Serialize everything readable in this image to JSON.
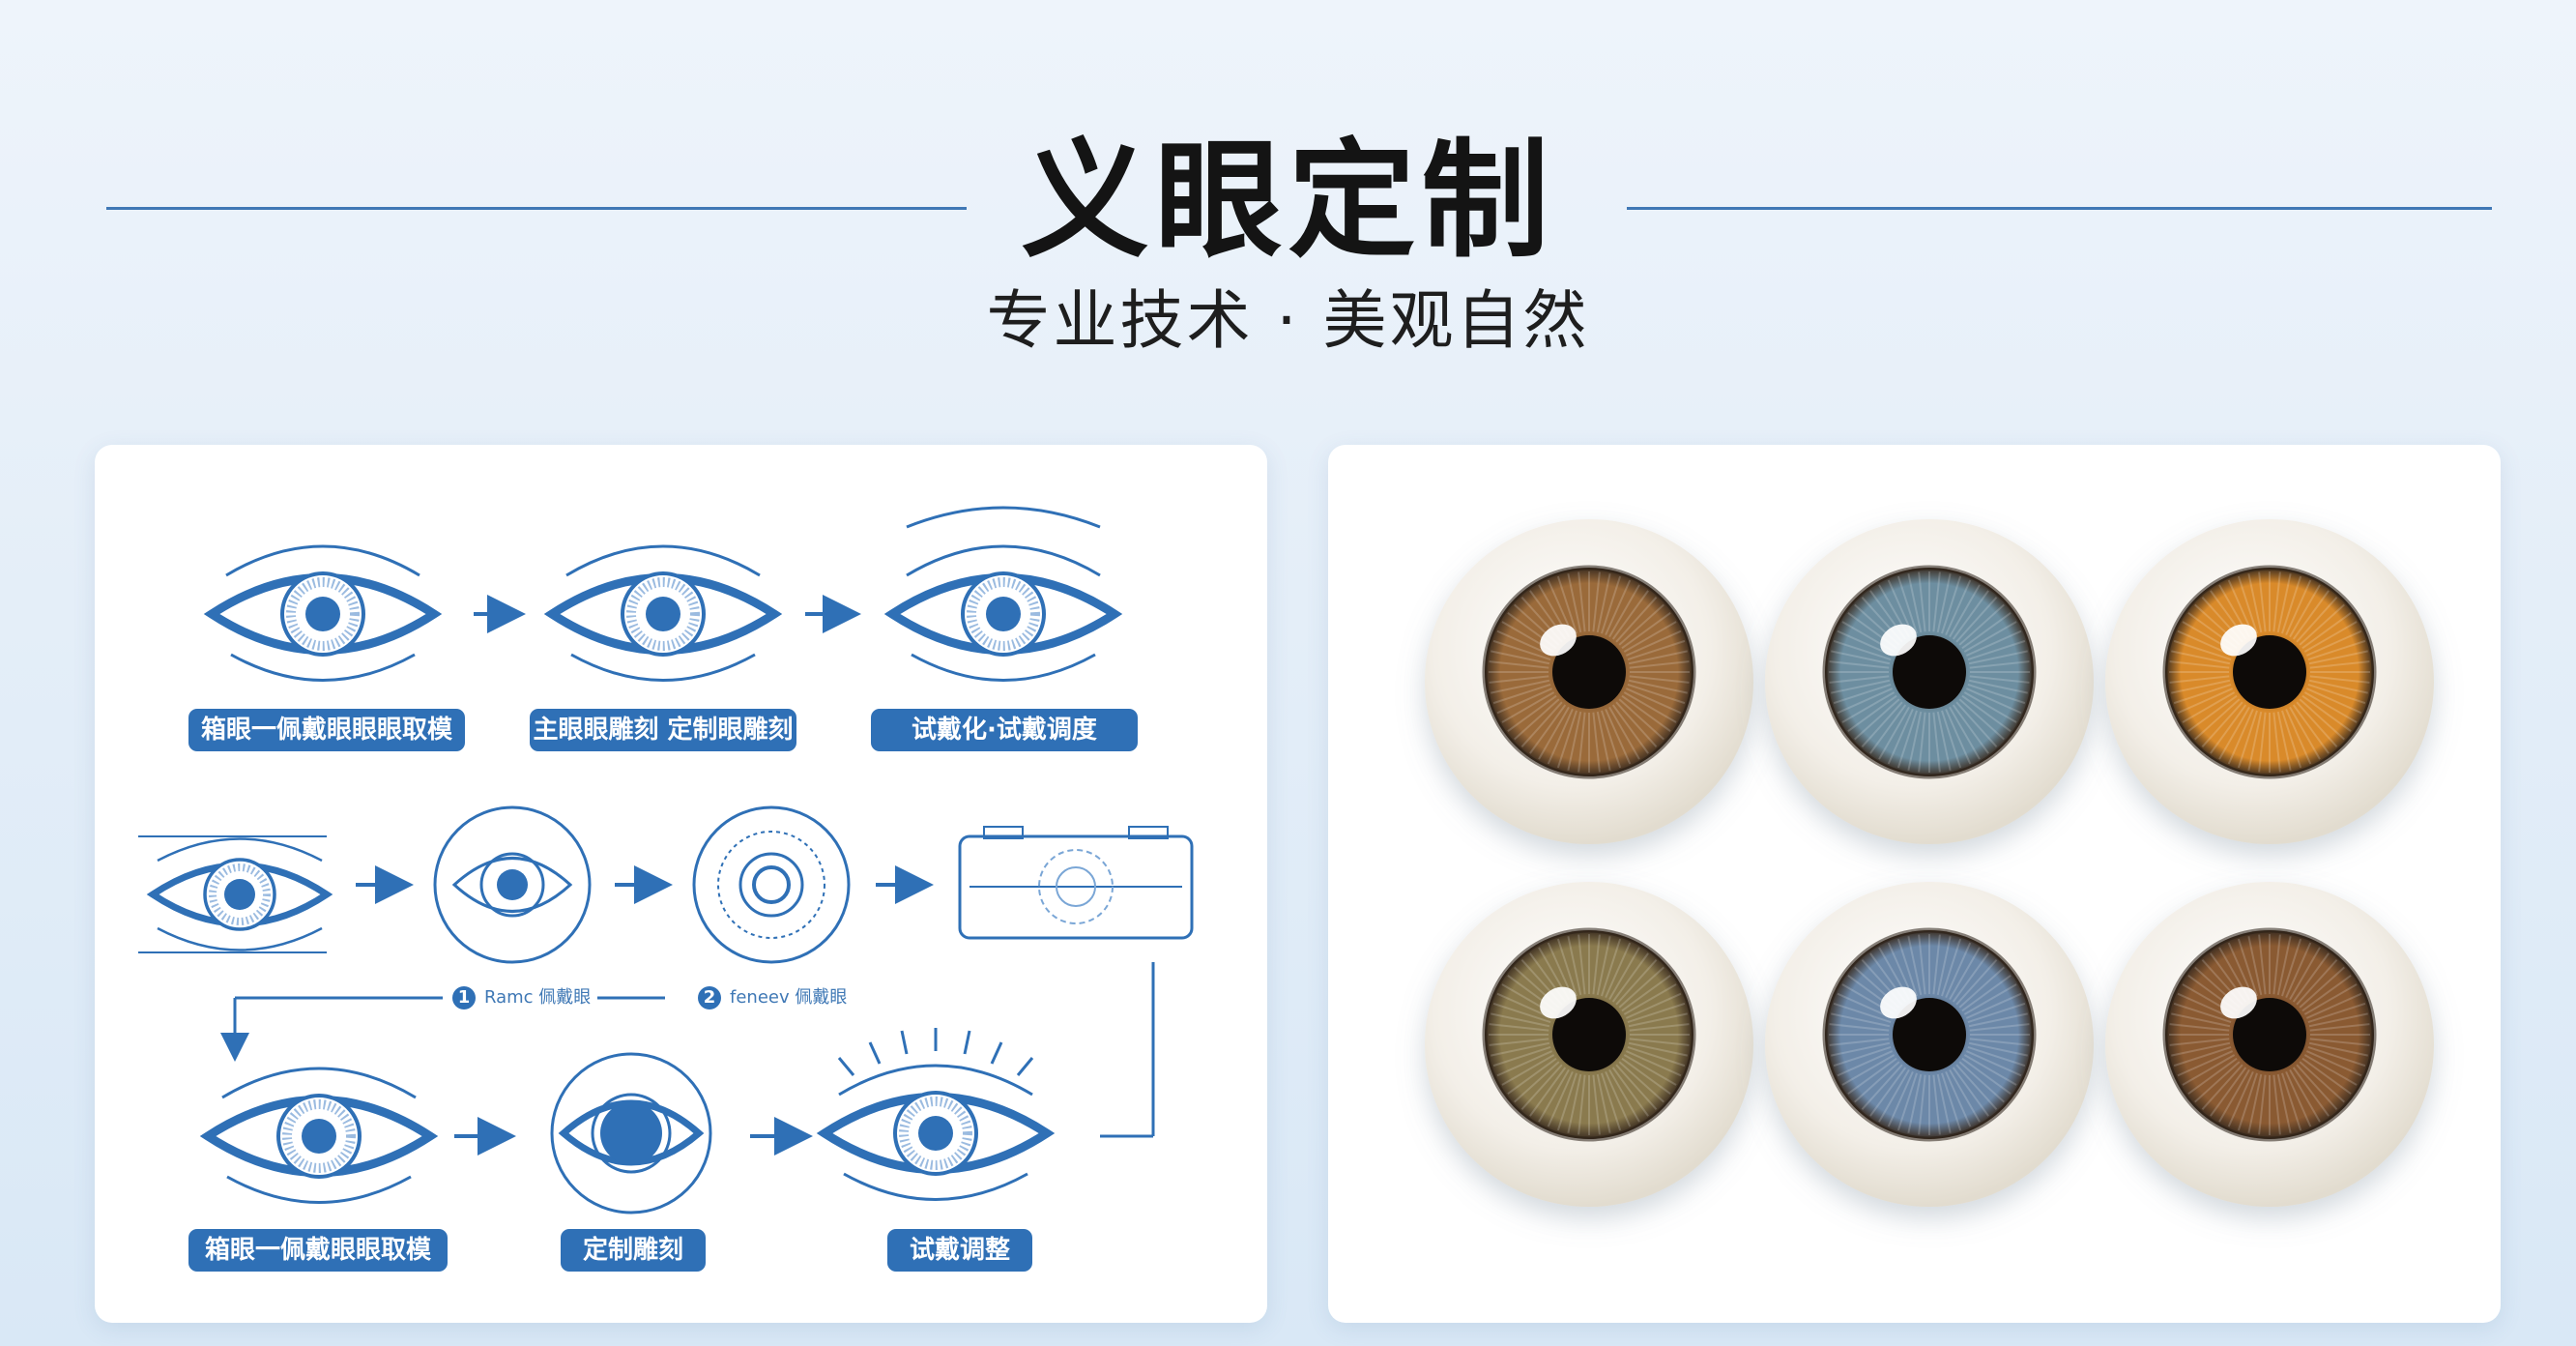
{
  "header": {
    "title": "义眼定制",
    "subtitle": "专业技术 · 美观自然"
  },
  "process_panel": {
    "row1_labels": [
      "箱眼一佩戴眼眼眼取模",
      "主眼眼雕刻 定制眼雕刻",
      "试戴化·试戴调度"
    ],
    "step_markers": [
      {
        "num": "1",
        "text": "Ramc 佩戴眼"
      },
      {
        "num": "2",
        "text": "feneev 佩戴眼"
      }
    ],
    "row3_labels": [
      "箱眼一佩戴眼眼取模",
      "定制雕刻",
      "试戴调整"
    ]
  },
  "samples_panel": {
    "iris_colors": [
      "#9a6a3a",
      "#6d8ea0",
      "#d98a2a",
      "#8a7a4e",
      "#6c88a8",
      "#8a5a32"
    ]
  },
  "colors": {
    "accent": "#2f70b6",
    "line": "#3f78b5"
  }
}
